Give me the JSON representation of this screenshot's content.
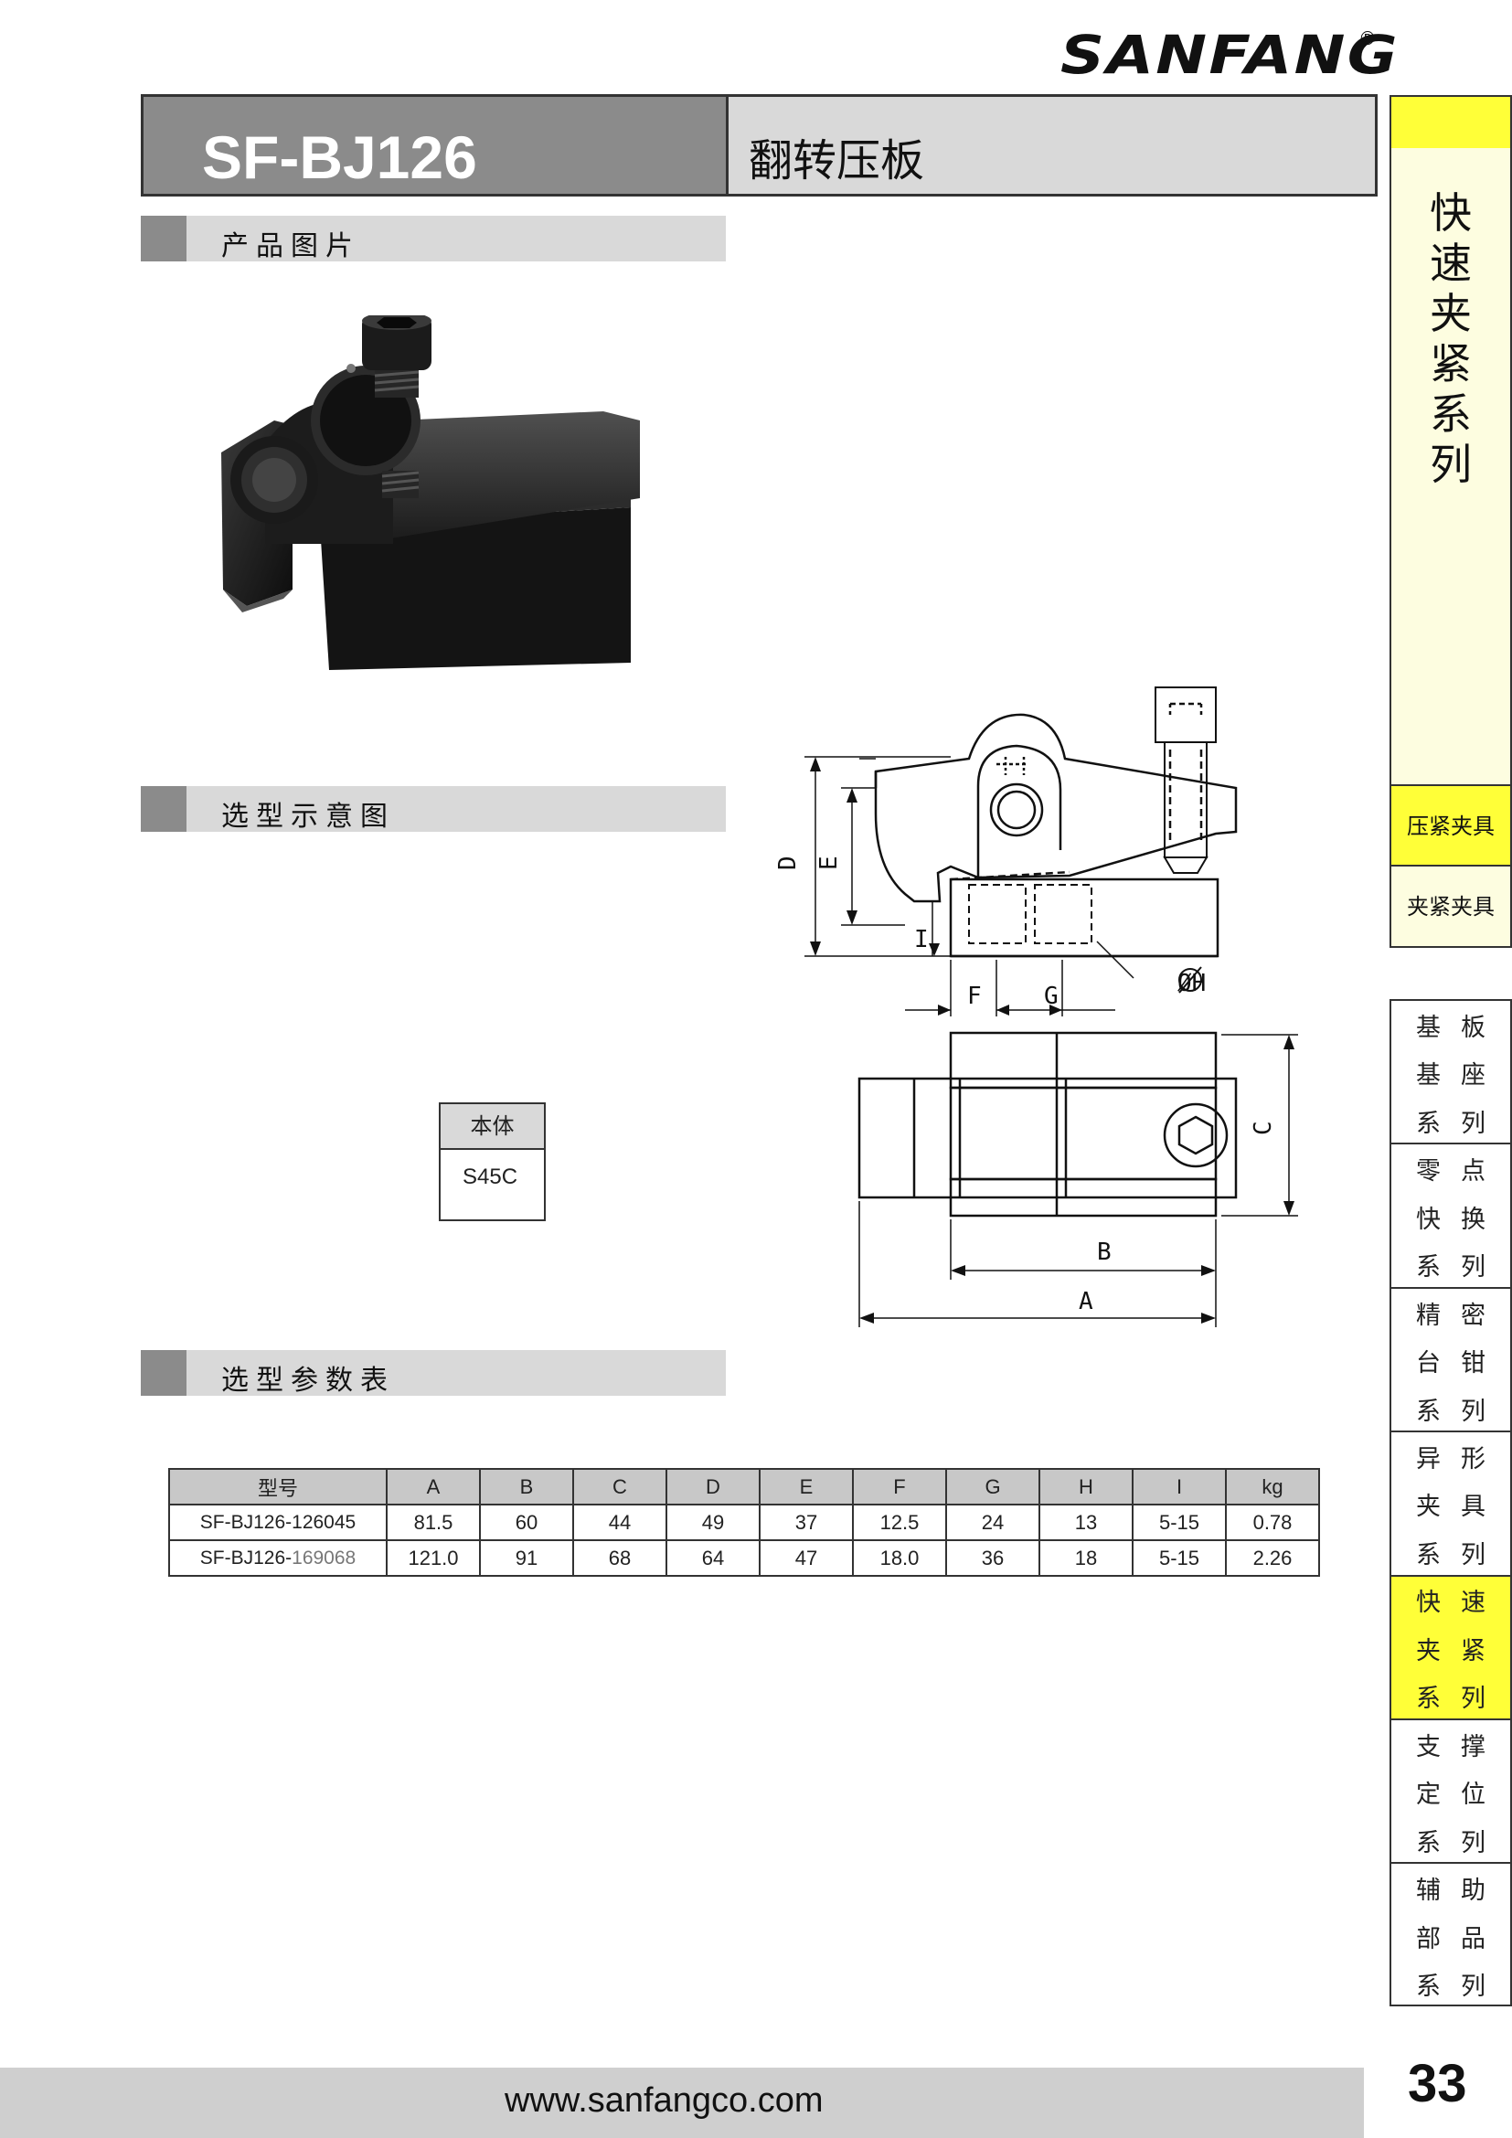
{
  "brand": {
    "name": "SANFANG",
    "reg": "®"
  },
  "title": {
    "code": "SF-BJ126",
    "name": "翻转压板"
  },
  "sections": {
    "photo": "产品图片",
    "diagram": "选型示意图",
    "params": "选型参数表"
  },
  "material": {
    "header": "本体",
    "value": "S45C"
  },
  "diagram_labels": {
    "D": "D",
    "E": "E",
    "I": "I",
    "F": "F",
    "G": "G",
    "H": "ØH",
    "C": "C",
    "B": "B",
    "A": "A"
  },
  "table": {
    "headers": [
      "型号",
      "A",
      "B",
      "C",
      "D",
      "E",
      "F",
      "G",
      "H",
      "I",
      "kg"
    ],
    "rows": [
      {
        "model_prefix": "SF-BJ126-",
        "model_suffix": "126045",
        "cells": [
          "81.5",
          "60",
          "44",
          "49",
          "37",
          "12.5",
          "24",
          "13",
          "5-15",
          "0.78"
        ]
      },
      {
        "model_prefix": "SF-BJ126-",
        "model_suffix": "169068",
        "cells": [
          "121.0",
          "91",
          "68",
          "64",
          "47",
          "18.0",
          "36",
          "18",
          "5-15",
          "2.26"
        ]
      }
    ]
  },
  "sidebar": {
    "series_title": "快速夹紧系列",
    "tabs": [
      "压紧夹具",
      "夹紧夹具"
    ],
    "groups": [
      {
        "rows": [
          [
            "基",
            "板"
          ],
          [
            "基",
            "座"
          ],
          [
            "系",
            "列"
          ]
        ],
        "active": false
      },
      {
        "rows": [
          [
            "零",
            "点"
          ],
          [
            "快",
            "换"
          ],
          [
            "系",
            "列"
          ]
        ],
        "active": false
      },
      {
        "rows": [
          [
            "精",
            "密"
          ],
          [
            "台",
            "钳"
          ],
          [
            "系",
            "列"
          ]
        ],
        "active": false
      },
      {
        "rows": [
          [
            "异",
            "形"
          ],
          [
            "夹",
            "具"
          ],
          [
            "系",
            "列"
          ]
        ],
        "active": false
      },
      {
        "rows": [
          [
            "快",
            "速"
          ],
          [
            "夹",
            "紧"
          ],
          [
            "系",
            "列"
          ]
        ],
        "active": true
      },
      {
        "rows": [
          [
            "支",
            "撑"
          ],
          [
            "定",
            "位"
          ],
          [
            "系",
            "列"
          ]
        ],
        "active": false
      },
      {
        "rows": [
          [
            "辅",
            "助"
          ],
          [
            "部",
            "品"
          ],
          [
            "系",
            "列"
          ]
        ],
        "active": false
      }
    ]
  },
  "footer": {
    "url": "www.sanfangco.com",
    "page": "33"
  }
}
